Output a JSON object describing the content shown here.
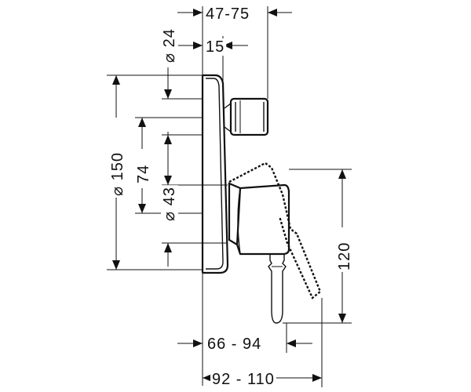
{
  "dimensions": {
    "top_depth": "47-75",
    "nut_diameter": "⌀ 24",
    "nut_offset": "15",
    "plate_diameter": "⌀ 150",
    "center_distance": "74",
    "lever_diameter": "⌀ 43",
    "lever_drop": "120",
    "bottom_inner": "66  -  94",
    "bottom_outer": "92  -  110"
  }
}
